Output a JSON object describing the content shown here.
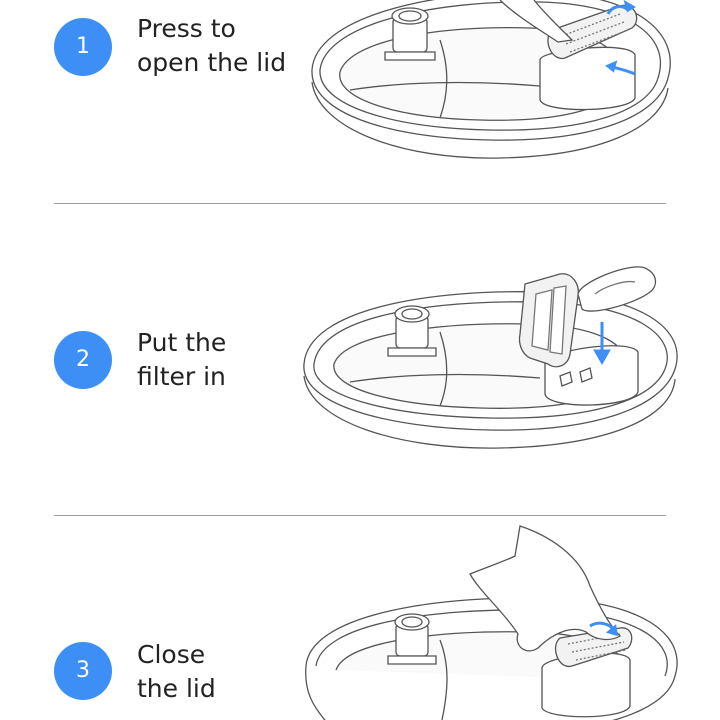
{
  "accent_color": "#3d8ff5",
  "steps": [
    {
      "number": "1",
      "line1": "Press to",
      "line2": "open the lid"
    },
    {
      "number": "2",
      "line1": "Put the",
      "line2": "filter in"
    },
    {
      "number": "3",
      "line1": "Close",
      "line2": "the lid"
    }
  ]
}
